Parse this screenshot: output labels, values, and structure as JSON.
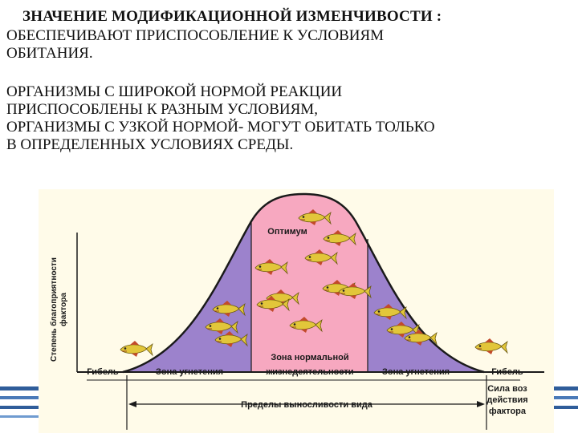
{
  "header": {
    "title": "ЗНАЧЕНИЕ МОДИФИКАЦИОННОЙ ИЗМЕНЧИВОСТИ :",
    "line2": "ОБЕСПЕЧИВАЮТ ПРИСПОСОБЛЕНИЕ  К УСЛОВИЯМ",
    "line3": "ОБИТАНИЯ."
  },
  "body": {
    "p1_line1": "ОРГАНИЗМЫ С ШИРОКОЙ НОРМОЙ РЕАКЦИИ",
    "p1_line2": "ПРИСПОСОБЛЕНЫ К РАЗНЫМ УСЛОВИЯМ,",
    "p2_line1": "ОРГАНИЗМЫ  С УЗКОЙ НОРМОЙ- МОГУТ ОБИТАТЬ ТОЛЬКО",
    "p2_line2": "В ОПРЕДЕЛЕННЫХ УСЛОВИЯХ СРЕДЫ."
  },
  "diagram": {
    "y_axis_label_line1": "Степень благоприятности",
    "y_axis_label_line2": "фактора",
    "optimum_label": "Оптимум",
    "death_left": "Гибель",
    "death_right": "Гибель",
    "zone_oppression_left": "Зона угнетения",
    "zone_oppression_right": "Зона угнетения",
    "zone_normal_line1": "Зона нормальной",
    "zone_normal_line2": "жизнедеятельности",
    "endurance_limits": "Пределы выносливости вида",
    "factor_strength_line1": "Сила воз",
    "factor_strength_line2": "действия",
    "factor_strength_line3": "фактора",
    "colors": {
      "center_zone": "#f7a8c0",
      "side_zones": "#9c82cc",
      "outline": "#1a1a1a",
      "fish_body": "#e2c63a",
      "fish_fin": "#c24a2a",
      "background": "#fffbe9"
    }
  }
}
